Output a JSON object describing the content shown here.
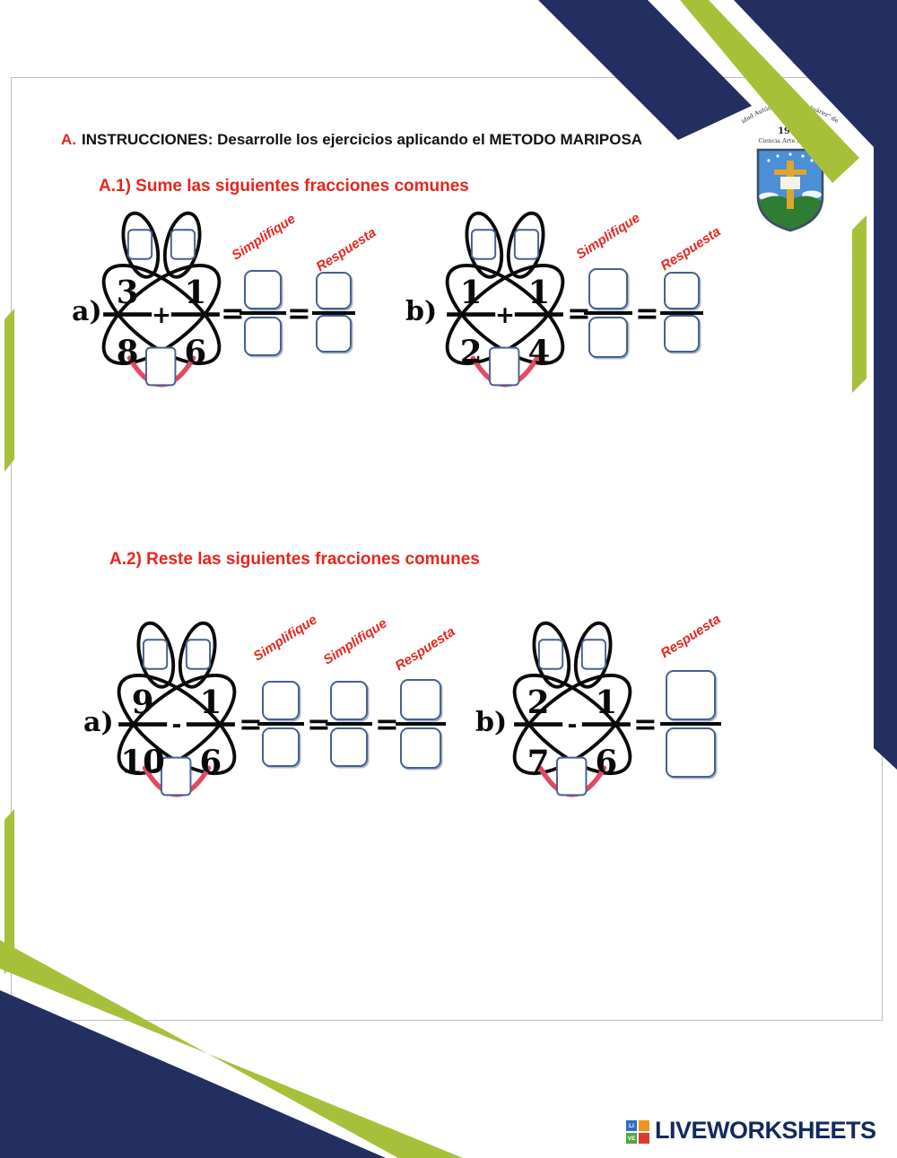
{
  "header": {
    "prefix": "A.",
    "instructions": "INSTRUCCIONES: Desarrolle los ejercicios aplicando el METODO MARIPOSA"
  },
  "crest": {
    "arc_title": "Universidad Autónoma \"Benito Juárez\" de Oaxaca",
    "year": "1955",
    "motto": "Ciencia Arte Libertad"
  },
  "symbols": {
    "equals": "="
  },
  "sections": [
    {
      "title": "A.1) Sume las siguientes fracciones comunes",
      "exercises": [
        {
          "label": "a)",
          "num_left": "3",
          "den_left": "8",
          "operator": "+",
          "num_right": "1",
          "den_right": "6",
          "annotations": [
            "Simplifique",
            "Respuesta"
          ]
        },
        {
          "label": "b)",
          "num_left": "1",
          "den_left": "2",
          "operator": "+",
          "num_right": "1",
          "den_right": "4",
          "annotations": [
            "Simplifique",
            "Respuesta"
          ]
        }
      ]
    },
    {
      "title": "A.2) Reste las siguientes fracciones comunes",
      "exercises": [
        {
          "label": "a)",
          "num_left": "9",
          "den_left": "10",
          "operator": "-",
          "num_right": "1",
          "den_right": "6",
          "annotations": [
            "Simplifique",
            "Simplifique",
            "Respuesta"
          ]
        },
        {
          "label": "b)",
          "num_left": "2",
          "den_left": "7",
          "operator": "-",
          "num_right": "1",
          "den_right": "6",
          "annotations": [
            "Respuesta"
          ]
        }
      ]
    }
  ],
  "footer": {
    "brand": "LIVEWORKSHEETS",
    "logo_letters": {
      "tl": "LI",
      "bl": "VE"
    }
  }
}
